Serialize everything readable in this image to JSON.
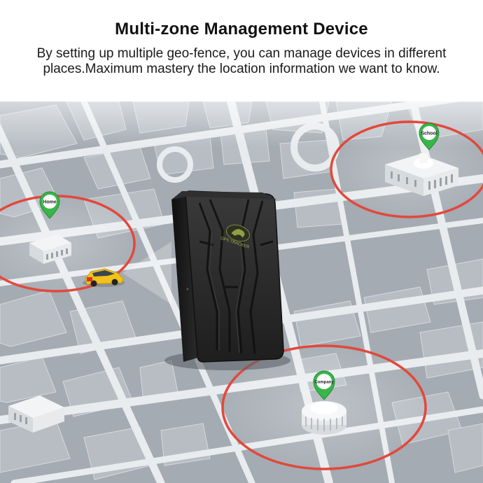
{
  "header": {
    "title": "Multi-zone Management Device",
    "subtitle": "By setting up multiple geo-fence, you can manage devices in different places.Maximum mastery the location information we want to know."
  },
  "zones": [
    {
      "label": "Home"
    },
    {
      "label": "School"
    },
    {
      "label": "Company"
    }
  ],
  "device": {
    "logo_text": "GPS TRACKER"
  },
  "colors": {
    "map_background": "#9fa6ad",
    "road": "#e7eaed",
    "building": "#c5cbd1",
    "fence": "#e2483c",
    "pin": "#39b54a",
    "device": "#1c1c1c"
  }
}
